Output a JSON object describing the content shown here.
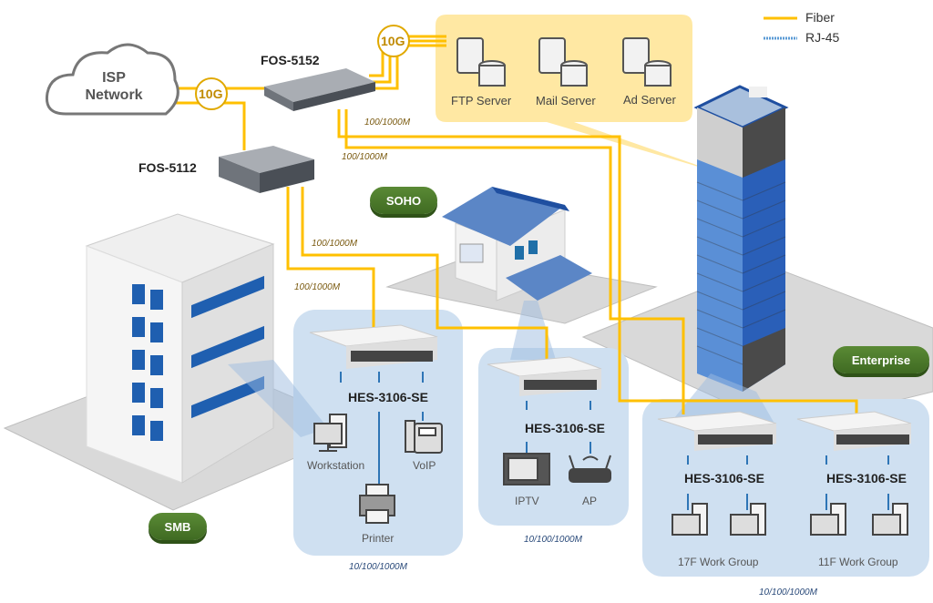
{
  "legend": {
    "items": [
      {
        "label": "Fiber",
        "color": "#FFC000"
      },
      {
        "label": "RJ-45",
        "color": "#5B9BD5"
      }
    ]
  },
  "cloud": {
    "line1": "ISP",
    "line2": "Network"
  },
  "links": {
    "uplink_10g_a": "10G",
    "uplink_10g_b": "10G"
  },
  "switches": {
    "core": "FOS-5152",
    "aggregation": "FOS-5112"
  },
  "servers": [
    {
      "label": "FTP Server"
    },
    {
      "label": "Mail Server"
    },
    {
      "label": "Ad Server"
    }
  ],
  "speeds": {
    "core_to_enterprise_1": "100/1000M",
    "core_to_enterprise_2": "100/1000M",
    "agg_to_soho": "100/1000M",
    "agg_to_smb": "100/1000M",
    "smb_access": "10/100/1000M",
    "soho_access": "10/100/1000M",
    "enterprise_access": "10/100/1000M"
  },
  "sites": {
    "smb": "SMB",
    "soho": "SOHO",
    "enterprise": "Enterprise"
  },
  "access_switches": {
    "smb": "HES-3106-SE",
    "soho": "HES-3106-SE",
    "ent_17f": "HES-3106-SE",
    "ent_11f": "HES-3106-SE"
  },
  "endpoints": {
    "smb": [
      "Workstation",
      "VoIP",
      "Printer"
    ],
    "soho": [
      "IPTV",
      "AP"
    ],
    "enterprise": [
      "17F Work Group",
      "11F Work Group"
    ]
  },
  "colors": {
    "fiber": "#FFC000",
    "rj45": "#2E75B6",
    "zone_fill": "#CFE0F1",
    "server_bubble": "#FFE699",
    "badge_green": "#4E7F2C"
  }
}
